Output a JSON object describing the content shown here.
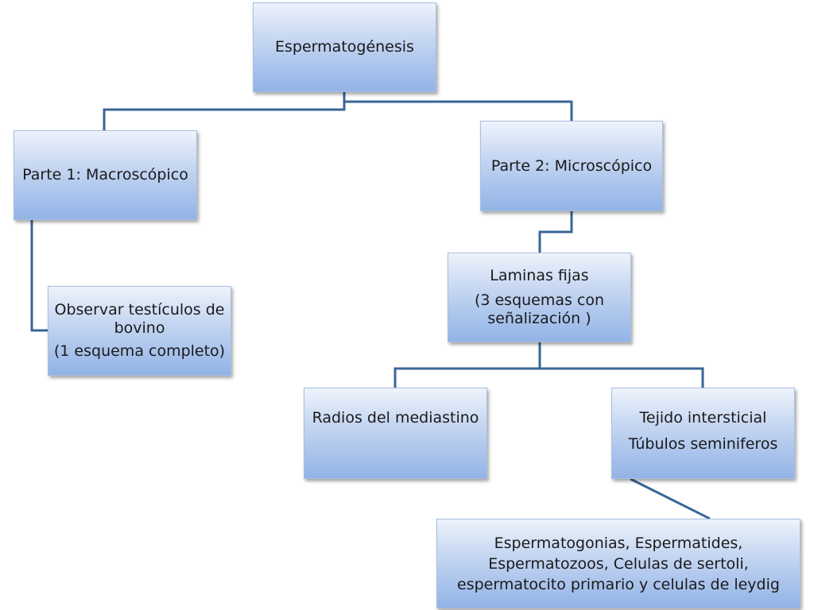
{
  "diagram": {
    "root": {
      "lines": [
        "Espermatogénesis"
      ]
    },
    "macro": {
      "lines": [
        "Parte 1: Macroscópico"
      ]
    },
    "micro": {
      "lines": [
        "Parte 2: Microscópico"
      ]
    },
    "observar": {
      "lines": [
        "Observar testículos de bovino",
        "(1 esquema completo)"
      ]
    },
    "laminas": {
      "lines": [
        "Laminas fijas",
        "(3 esquemas con señalización )"
      ]
    },
    "radios": {
      "lines": [
        "Radios del mediastino"
      ]
    },
    "tejido": {
      "lines": [
        "Tejido intersticial",
        "Túbulos seminiferos"
      ]
    },
    "celulas": {
      "lines": [
        "Espermatogonias, Espermatides,",
        "Espermatozoos, Celulas  de sertoli,",
        "espermatocito primario y celulas de leydig"
      ]
    }
  },
  "colors": {
    "connector": "#3a6597",
    "box_top": "#eef3fb",
    "box_bottom": "#92b3e6"
  }
}
